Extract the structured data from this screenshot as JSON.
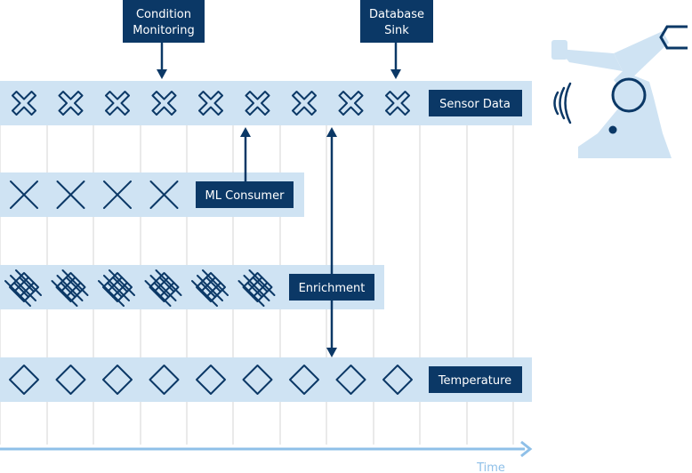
{
  "labels": {
    "condition_monitoring": [
      "Condition",
      "Monitoring"
    ],
    "database_sink": [
      "Database",
      "Sink"
    ],
    "sensor_data": "Sensor Data",
    "ml_consumer": "ML Consumer",
    "enrichment": "Enrichment",
    "temperature": "Temperature",
    "time": "Time"
  },
  "streams": [
    {
      "id": "sensor-data",
      "symbol": "x-outline",
      "count": 9
    },
    {
      "id": "ml-consumer",
      "symbol": "x-thin",
      "count": 4
    },
    {
      "id": "enrichment",
      "symbol": "x-lattice",
      "count": 6
    },
    {
      "id": "temperature",
      "symbol": "diamond",
      "count": 9
    }
  ],
  "colors": {
    "dark_navy": "#0b3866",
    "band_blue": "#cfe3f3",
    "timeline_blue": "#8fc0e8",
    "grid_gray": "#d6d6d6"
  },
  "icons": [
    "robot-arm-icon",
    "signal-waves-icon"
  ]
}
